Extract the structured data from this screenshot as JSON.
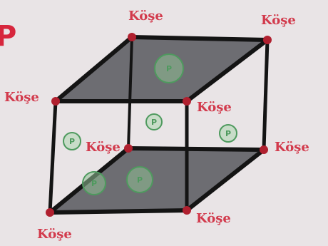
{
  "diagram": {
    "corner_letter": "P",
    "vertex_label": "Köşe",
    "particle_symbol": "P",
    "colors": {
      "line": "#141414",
      "shade": "#6d6d72",
      "vertex": "#b0202f",
      "label": "#d23a4c",
      "particle": "#4e9a5e",
      "background": "#e9e4e6"
    }
  }
}
